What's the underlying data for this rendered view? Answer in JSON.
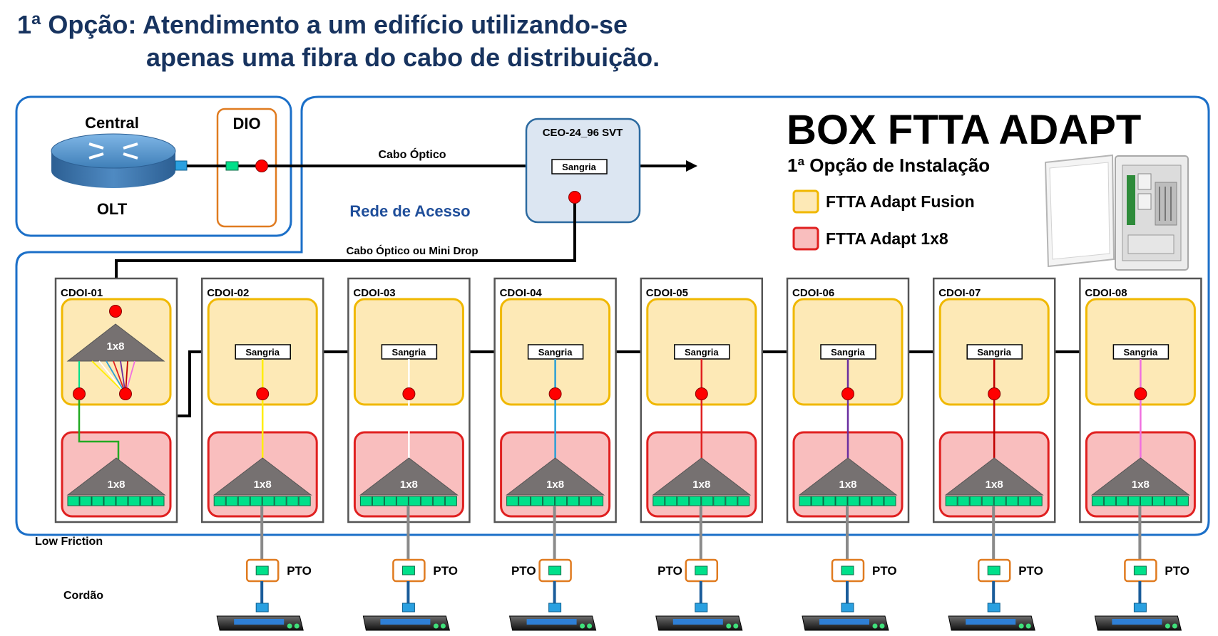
{
  "title": {
    "line1": "1ª Opção: Atendimento a um edifício utilizando-se",
    "line2": "apenas uma fibra do cabo de distribuição."
  },
  "central": {
    "label": "Central",
    "olt_label": "OLT",
    "dio_label": "DIO"
  },
  "network": {
    "cabo_optico": "Cabo Óptico",
    "ceo_label": "CEO-24_96 SVT",
    "sangria": "Sangria",
    "rede_acesso": "Rede de Acesso",
    "cabo_mini_drop": "Cabo Óptico ou Mini Drop"
  },
  "box": {
    "title": "BOX FTTA ADAPT",
    "subtitle": "1ª Opção de Instalação",
    "legend": [
      {
        "label": "FTTA Adapt Fusion",
        "fill": "#fde9b6",
        "stroke": "#f0b800"
      },
      {
        "label": "FTTA Adapt 1x8",
        "fill": "#f9bebe",
        "stroke": "#e02020"
      }
    ]
  },
  "splitter_label": "1x8",
  "cdois": [
    {
      "name": "CDOI-01",
      "fiber_color": "#22aa22"
    },
    {
      "name": "CDOI-02",
      "fiber_color": "#ffee00"
    },
    {
      "name": "CDOI-03",
      "fiber_color": "#ffffff"
    },
    {
      "name": "CDOI-04",
      "fiber_color": "#2a9fd6"
    },
    {
      "name": "CDOI-05",
      "fiber_color": "#e02020"
    },
    {
      "name": "CDOI-06",
      "fiber_color": "#6a2ea0"
    },
    {
      "name": "CDOI-07",
      "fiber_color": "#c00000"
    },
    {
      "name": "CDOI-08",
      "fiber_color": "#f070e0"
    }
  ],
  "bottom": {
    "low_friction": "Low Friction",
    "cordao": "Cordão",
    "pto": "PTO"
  },
  "colors": {
    "title": "#17335f",
    "frame": "#1b6fc8",
    "red_dot": "#ff0000",
    "port_green": "#00e08a",
    "ceo_fill": "#dce6f2",
    "dio_stroke": "#e07b20",
    "access_text": "#1f4e9a"
  }
}
